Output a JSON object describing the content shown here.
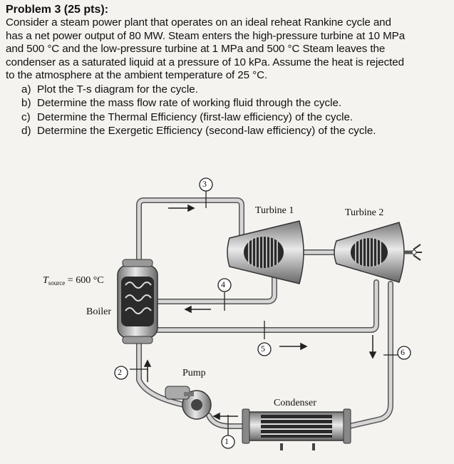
{
  "problem": {
    "title": "Problem 3 (25 pts):",
    "intro": [
      "Consider a steam power plant that operates on an ideal reheat Rankine cycle and",
      "has a net power output of 80 MW. Steam enters the high-pressure turbine at 10 MPa",
      "and 500 °C and the low-pressure turbine at 1 MPa and 500 °C Steam leaves the",
      "condenser as a saturated liquid at a pressure of 10 kPa. Assume the heat is rejected",
      "to the atmosphere at the ambient temperature of 25 °C."
    ],
    "parts": [
      {
        "marker": "a)",
        "text": "Plot the T-s diagram for the cycle."
      },
      {
        "marker": "b)",
        "text": "Determine the mass flow rate of working fluid through the cycle."
      },
      {
        "marker": "c)",
        "text": "Determine the Thermal Efficiency (first-law efficiency) of the cycle."
      },
      {
        "marker": "d)",
        "text": "Determine the Exergetic Efficiency (second-law efficiency) of the cycle."
      }
    ]
  },
  "diagram": {
    "labels": {
      "turbine1": "Turbine 1",
      "turbine2": "Turbine 2",
      "boiler": "Boiler",
      "pump": "Pump",
      "condenser": "Condenser",
      "t_source_symbol": "T",
      "t_source_sub": "source",
      "t_source_value": "= 600 °C"
    },
    "states": [
      "1",
      "2",
      "3",
      "4",
      "5",
      "6"
    ]
  }
}
